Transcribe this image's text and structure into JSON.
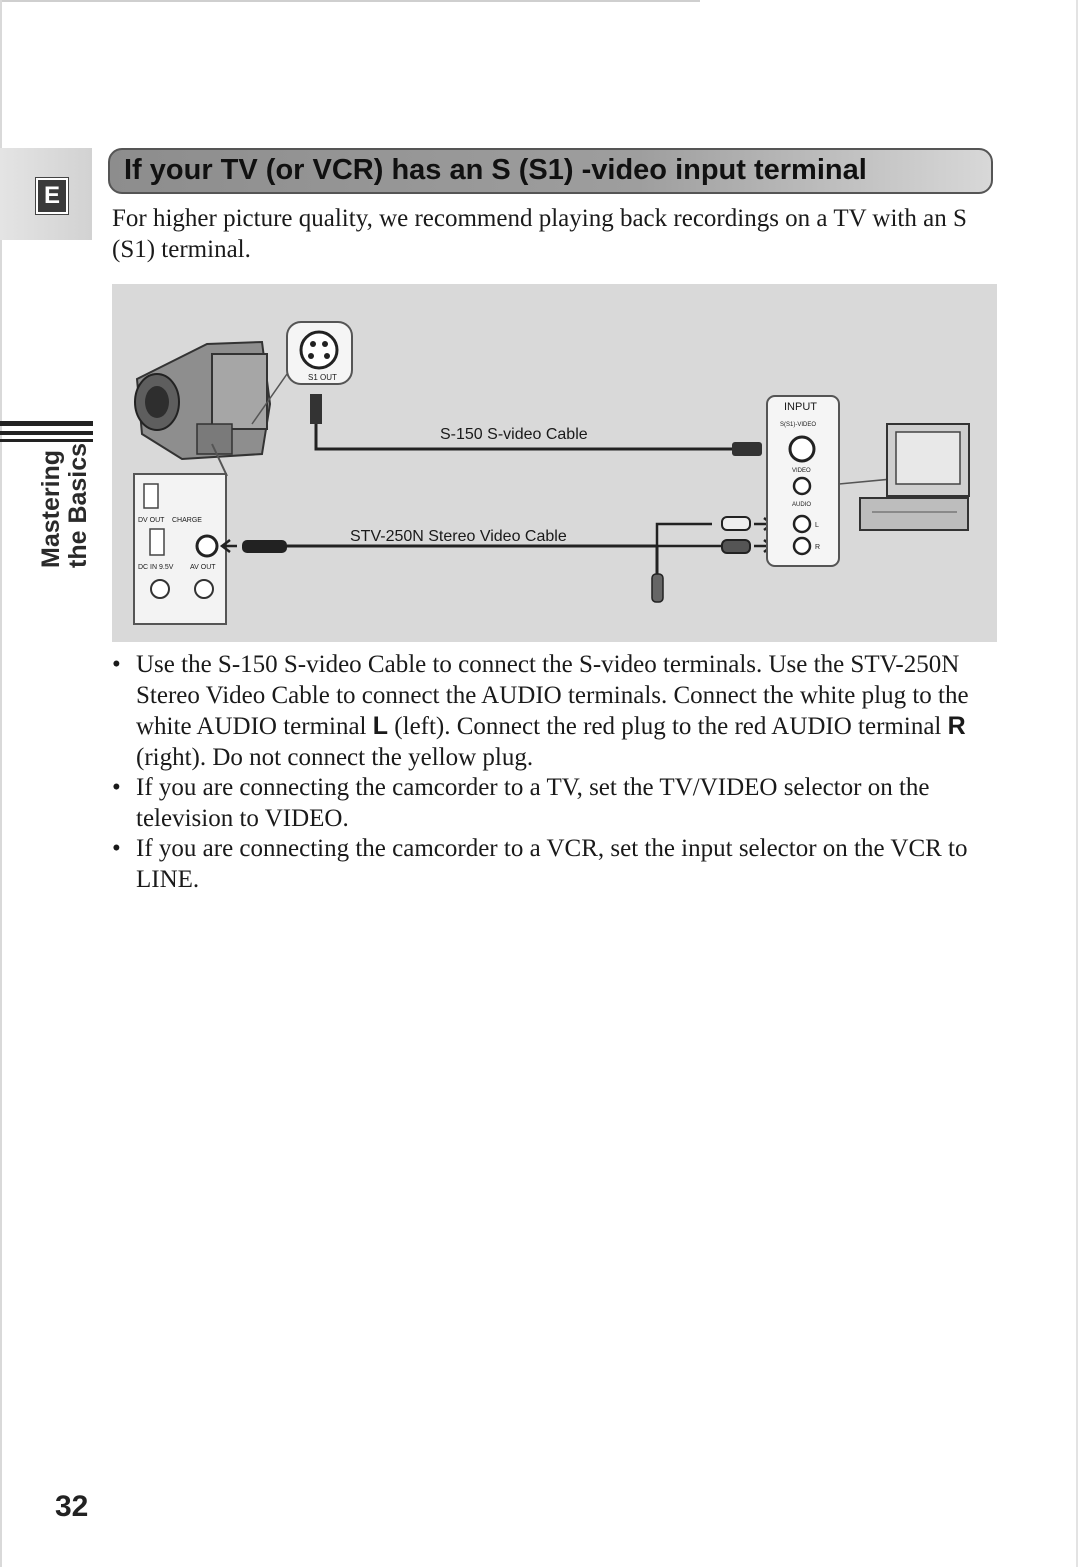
{
  "side_tab": {
    "letter": "E",
    "section_line1": "Mastering",
    "section_line2": "the Basics"
  },
  "heading": "If your TV (or VCR) has an S (S1) -video input terminal",
  "intro": "For higher picture quality, we recommend playing back recordings on a TV with an S (S1) terminal.",
  "diagram": {
    "cable_s": "S-150 S-video Cable",
    "cable_stereo": "STV-250N Stereo Video Cable",
    "camcorder_labels": [
      "S1 OUT",
      "DV OUT",
      "CHARGE",
      "DC IN 9.5V",
      "AV OUT"
    ],
    "tv_panel": {
      "title": "INPUT",
      "svideo": "S(S1)-VIDEO",
      "video": "VIDEO",
      "audio": "AUDIO",
      "l": "L",
      "r": "R"
    }
  },
  "bullets": [
    {
      "p1": "Use the S-150 S-video Cable to connect the S-video terminals. Use the STV-250N Stereo Video Cable to connect the AUDIO terminals. Connect the white plug to the white AUDIO terminal ",
      "b1": "L",
      "p2": " (left). Connect the red plug to the red AUDIO terminal ",
      "b2": "R",
      "p3": " (right). Do not connect the yellow plug."
    },
    {
      "text": "If you are connecting the camcorder to a TV, set the TV/VIDEO selector on the television to VIDEO."
    },
    {
      "text": "If you are connecting the camcorder to a VCR, set the input selector on the VCR to LINE."
    }
  ],
  "bullet_symbol": "•",
  "page_number": "32"
}
